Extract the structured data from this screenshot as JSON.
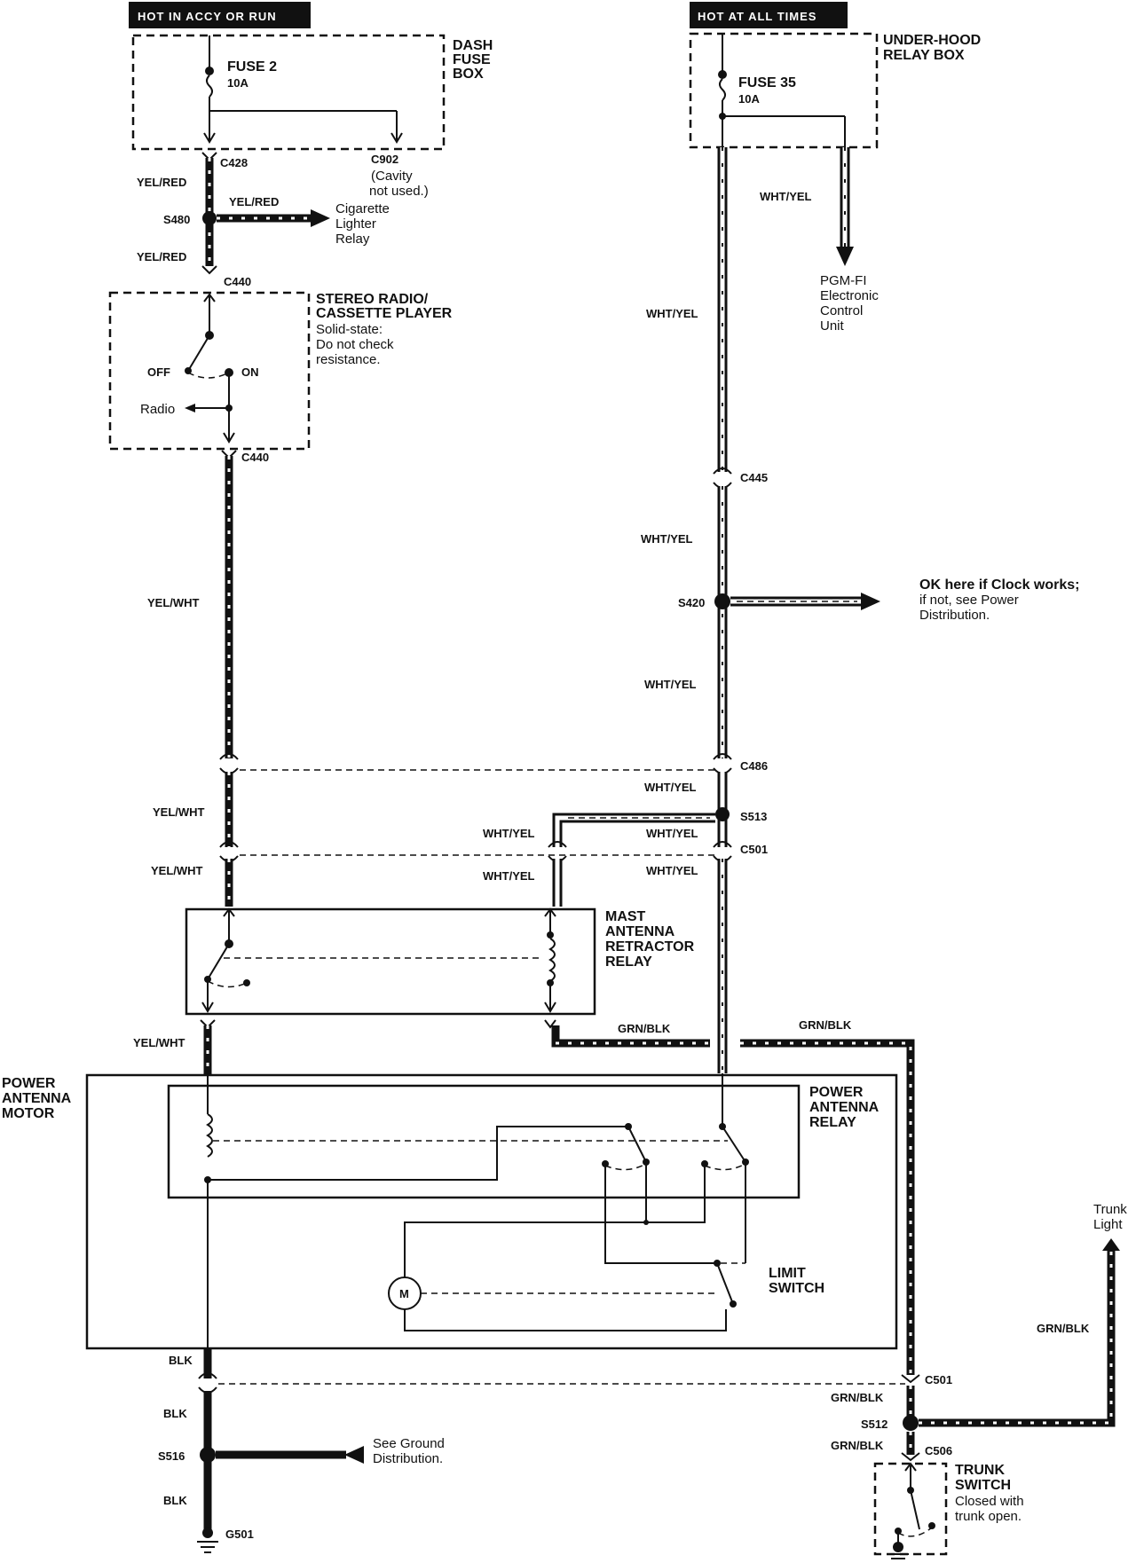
{
  "left_circuit": {
    "power_banner": "HOT IN ACCY OR RUN",
    "fuse_box": {
      "title_1": "DASH",
      "title_2": "FUSE",
      "title_3": "BOX",
      "fuse_name": "FUSE 2",
      "fuse_rating": "10A"
    },
    "connectors": {
      "c428": "C428",
      "c902": "C902",
      "c902_note_1": "(Cavity",
      "c902_note_2": "not used.)",
      "c440_top": "C440",
      "c440_bottom": "C440"
    },
    "wires": {
      "yel_red_1": "YEL/RED",
      "yel_red_branch": "YEL/RED",
      "yel_red_2": "YEL/RED",
      "yel_wht_1": "YEL/WHT",
      "yel_wht_2": "YEL/WHT",
      "yel_wht_3": "YEL/WHT",
      "yel_wht_4": "YEL/WHT"
    },
    "splice_s480": "S480",
    "cigarette": {
      "line1": "Cigarette",
      "line2": "Lighter",
      "line3": "Relay"
    },
    "stereo": {
      "title_1": "STEREO RADIO/",
      "title_2": "CASSETTE PLAYER",
      "note_1": "Solid-state:",
      "note_2": "Do not check",
      "note_3": "resistance.",
      "off": "OFF",
      "on": "ON",
      "radio": "Radio"
    }
  },
  "right_circuit": {
    "power_banner": "HOT AT ALL TIMES",
    "relay_box": {
      "title_1": "UNDER-HOOD",
      "title_2": "RELAY BOX",
      "fuse_name": "FUSE 35",
      "fuse_rating": "10A"
    },
    "wires": {
      "wht_yel_pgm": "WHT/YEL",
      "wht_yel_1": "WHT/YEL",
      "wht_yel_2": "WHT/YEL",
      "wht_yel_3": "WHT/YEL",
      "wht_yel_4": "WHT/YEL",
      "wht_yel_5": "WHT/YEL",
      "wht_yel_6": "WHT/YEL",
      "wht_yel_left1": "WHT/YEL",
      "wht_yel_left2": "WHT/YEL"
    },
    "pgm": {
      "line1": "PGM-FI",
      "line2": "Electronic",
      "line3": "Control",
      "line4": "Unit"
    },
    "connectors": {
      "c445": "C445",
      "c486": "C486",
      "c501": "C501"
    },
    "splices": {
      "s420": "S420",
      "s513": "S513"
    },
    "clock_note": {
      "line1": "OK here if Clock works;",
      "line2": "if not, see Power",
      "line3": "Distribution."
    }
  },
  "mast_relay": {
    "line1": "MAST",
    "line2": "ANTENNA",
    "line3": "RETRACTOR",
    "line4": "RELAY"
  },
  "motor_section": {
    "motor_title_1": "POWER",
    "motor_title_2": "ANTENNA",
    "motor_title_3": "MOTOR",
    "relay_title_1": "POWER",
    "relay_title_2": "ANTENNA",
    "relay_title_3": "RELAY",
    "limit_1": "LIMIT",
    "limit_2": "SWITCH",
    "motor_symbol": "M",
    "grn_blk_1": "GRN/BLK",
    "grn_blk_2": "GRN/BLK"
  },
  "ground_section": {
    "blk_1": "BLK",
    "blk_2": "BLK",
    "blk_3": "BLK",
    "c501": "C501",
    "s516": "S516",
    "g501": "G501",
    "see_ground_1": "See Ground",
    "see_ground_2": "Distribution."
  },
  "trunk_section": {
    "trunk_light_1": "Trunk",
    "trunk_light_2": "Light",
    "grn_blk_1": "GRN/BLK",
    "grn_blk_2": "GRN/BLK",
    "grn_blk_3": "GRN/BLK",
    "c501": "C501",
    "s512": "S512",
    "c506": "C506",
    "switch_1": "TRUNK",
    "switch_2": "SWITCH",
    "switch_3": "Closed with",
    "switch_4": "trunk open."
  }
}
